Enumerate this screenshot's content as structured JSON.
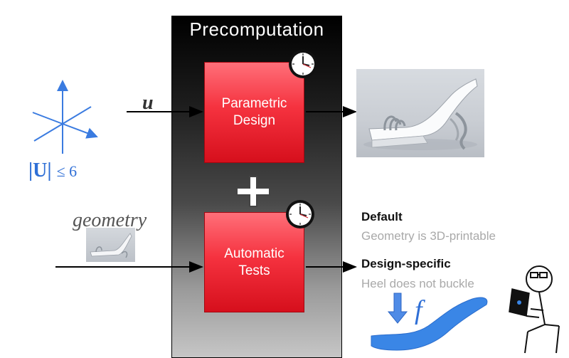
{
  "panel": {
    "title": "Precomputation",
    "plus": "+"
  },
  "boxes": {
    "parametric": {
      "line1": "Parametric",
      "line2": "Design"
    },
    "tests": {
      "line1": "Automatic",
      "line2": "Tests"
    }
  },
  "inputs": {
    "u_symbol": "u",
    "geometry_label": "geometry",
    "u_bound_main": "|U|",
    "u_bound_rel": "≤ 6"
  },
  "tests": {
    "default_head": "Default",
    "default_sub": "Geometry is 3D-printable",
    "design_head": "Design-specific",
    "design_sub": "Heel does not buckle",
    "f_symbol": "f"
  },
  "icons": {
    "clock": "clock-icon",
    "axes": "axes-icon",
    "shoe": "shoe-render",
    "user": "stick-figure-laptop-icon",
    "force_arrow": "down-arrow-icon"
  },
  "colors": {
    "accent_blue": "#2f6fd6",
    "box_red": "#f5323f",
    "panel_dark": "#000000"
  }
}
